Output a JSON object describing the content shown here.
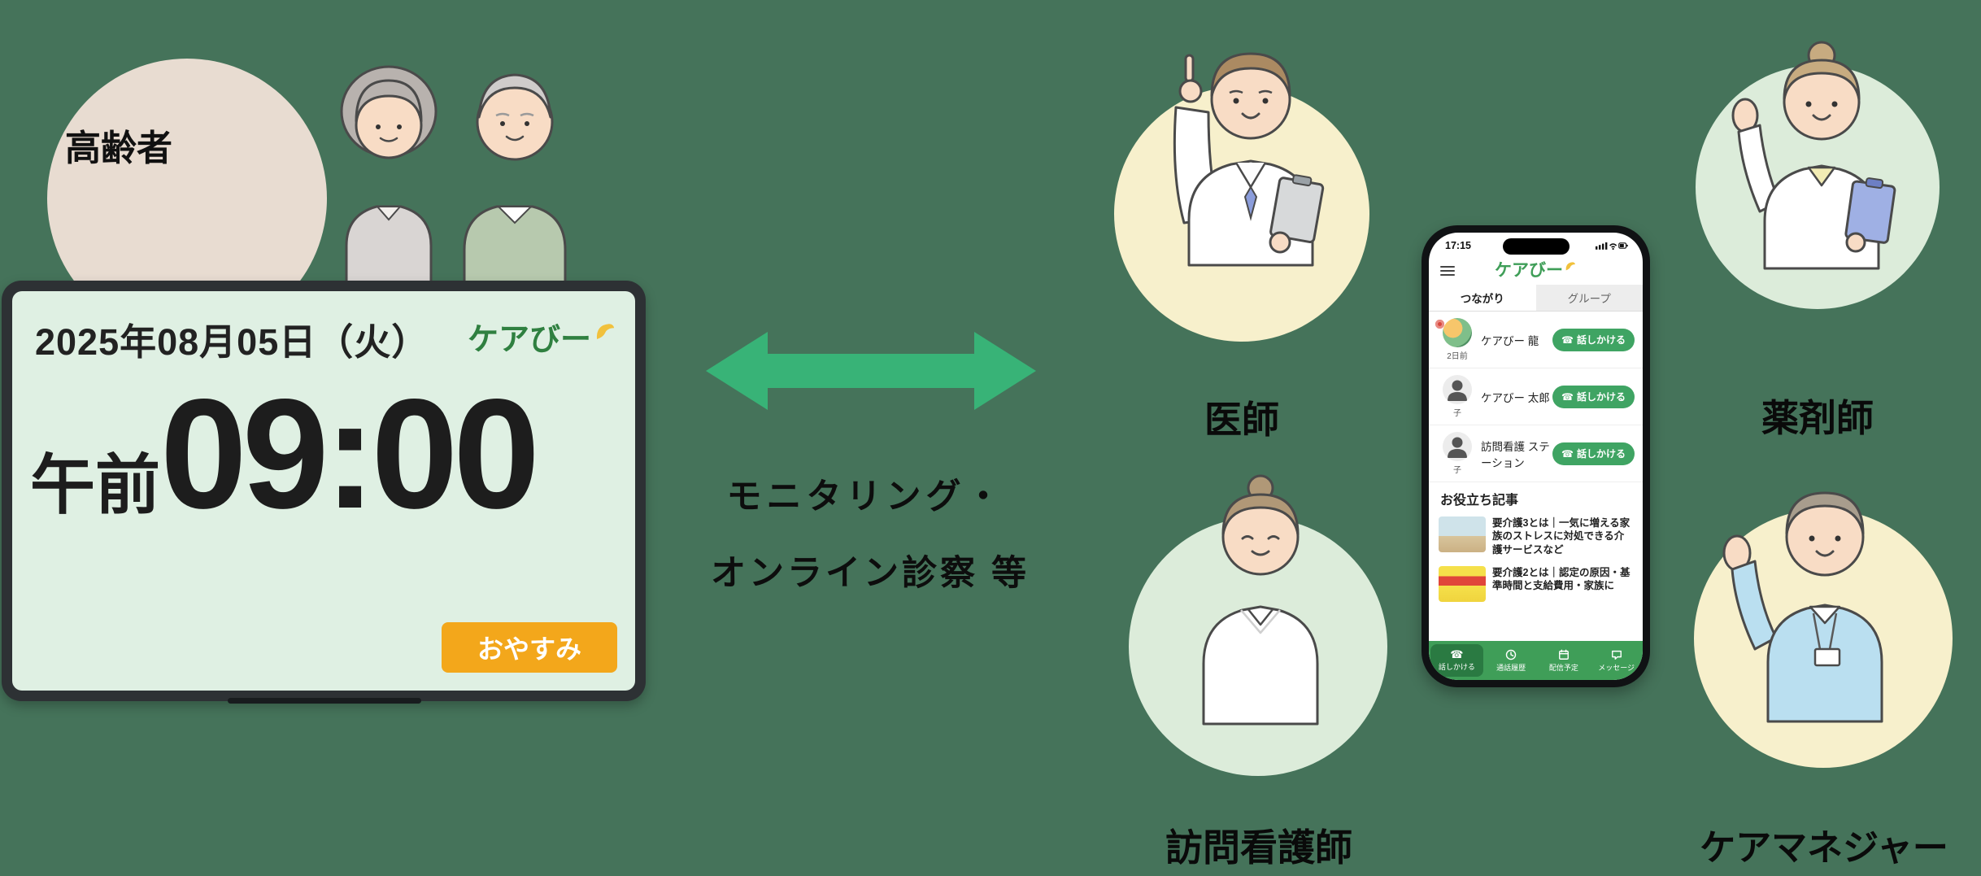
{
  "colors": {
    "background": "#45735A",
    "arrow": "#38B377",
    "elderly_circle": "#E8DCD1",
    "circle_yellow": "#F7F0CC",
    "circle_green": "#DCECDA",
    "tablet_screen": "#DFF0E3",
    "sleep_button": "#F3A71B",
    "brand_green": "#2F8040",
    "brand_yellow": "#F1C13C",
    "app_nav_green": "#3F9E58"
  },
  "left": {
    "elderly_label": "高齢者",
    "tablet": {
      "date": "2025年08月05日（火）",
      "brand": "ケアびー",
      "period": "午前",
      "time": "09:00",
      "button": "おやすみ"
    }
  },
  "center": {
    "line1": "モニタリング・",
    "line2": "オンライン診察 等"
  },
  "right": {
    "roles": [
      {
        "label": "医師"
      },
      {
        "label": "薬剤師"
      },
      {
        "label": "訪問看護師"
      },
      {
        "label": "ケアマネジャー"
      }
    ],
    "phone": {
      "status_time": "17:15",
      "brand": "ケアびー",
      "tabs": [
        "つながり",
        "グループ"
      ],
      "contacts": [
        {
          "name": "ケアびー 龍",
          "sub": "2日前",
          "button": "話しかける"
        },
        {
          "name": "ケアびー 太郎",
          "sub": "子",
          "button": "話しかける"
        },
        {
          "name": "訪問看護 ステーション",
          "sub": "子",
          "button": "話しかける"
        }
      ],
      "articles_header": "お役立ち記事",
      "articles": [
        {
          "title": "要介護3とは｜一気に増える家族のストレスに対処できる介護サービスなど"
        },
        {
          "title": "要介護2とは｜認定の原因・基準時間と支給費用・家族に"
        }
      ],
      "nav": [
        "話しかける",
        "通話履歴",
        "配信予定",
        "メッセージ"
      ]
    }
  }
}
